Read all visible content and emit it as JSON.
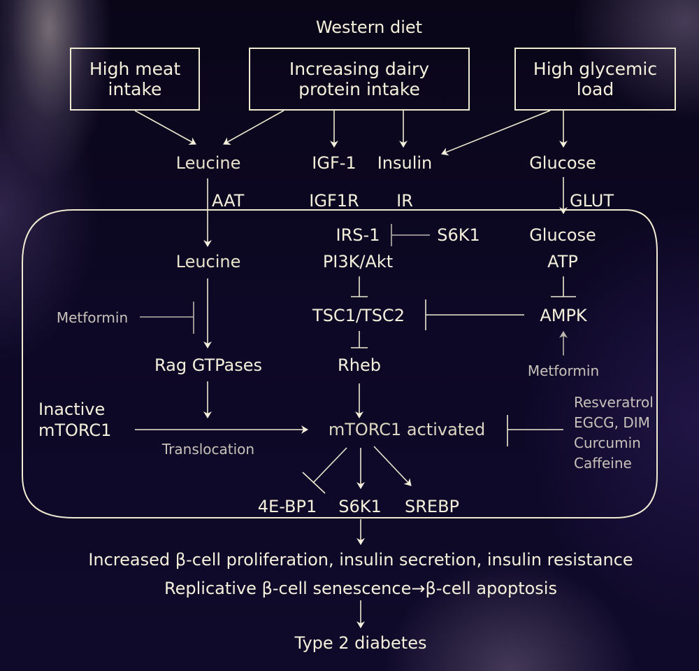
{
  "title": "Western diet",
  "boxes": {
    "meat": [
      "High meat",
      "intake"
    ],
    "dairy": [
      "Increasing dairy",
      "protein intake"
    ],
    "glycemic": [
      "High glycemic",
      "load"
    ]
  },
  "extracellular": {
    "leucine": "Leucine",
    "igf1": "IGF-1",
    "insulin": "Insulin",
    "glucose": "Glucose"
  },
  "receptors": {
    "aat": "AAT",
    "igf1r": "IGF1R",
    "ir": "IR",
    "glut": "GLUT"
  },
  "cell": {
    "leucine": "Leucine",
    "irs1": "IRS-1",
    "s6k1_feedback": "S6K1",
    "pi3k_akt": "PI3K/Akt",
    "glucose": "Glucose",
    "atp": "ATP",
    "metformin_left": "Metformin",
    "tsc": "TSC1/TSC2",
    "ampk": "AMPK",
    "rag": "Rag GTPases",
    "rheb": "Rheb",
    "metformin_right": "Metformin",
    "inactive_mtorc1": [
      "Inactive",
      "mTORC1"
    ],
    "translocation": "Translocation",
    "mtorc1_active": "mTORC1 activated",
    "inhibitors": [
      "Resveratrol",
      "EGCG, DIM",
      "Curcumin",
      "Caffeine"
    ],
    "targets": {
      "bp1": "4E-BP1",
      "s6k1": "S6K1",
      "srebp": "SREBP"
    }
  },
  "outcomes": {
    "line1": "Increased β-cell proliferation, insulin secretion, insulin resistance",
    "line2": "Replicative β-cell senescence→β-cell apoptosis",
    "final": "Type 2 diabetes"
  },
  "colors": {
    "foreground": "#f5f0dc",
    "muted": "#c9c2ba",
    "background": "#0c0820"
  }
}
